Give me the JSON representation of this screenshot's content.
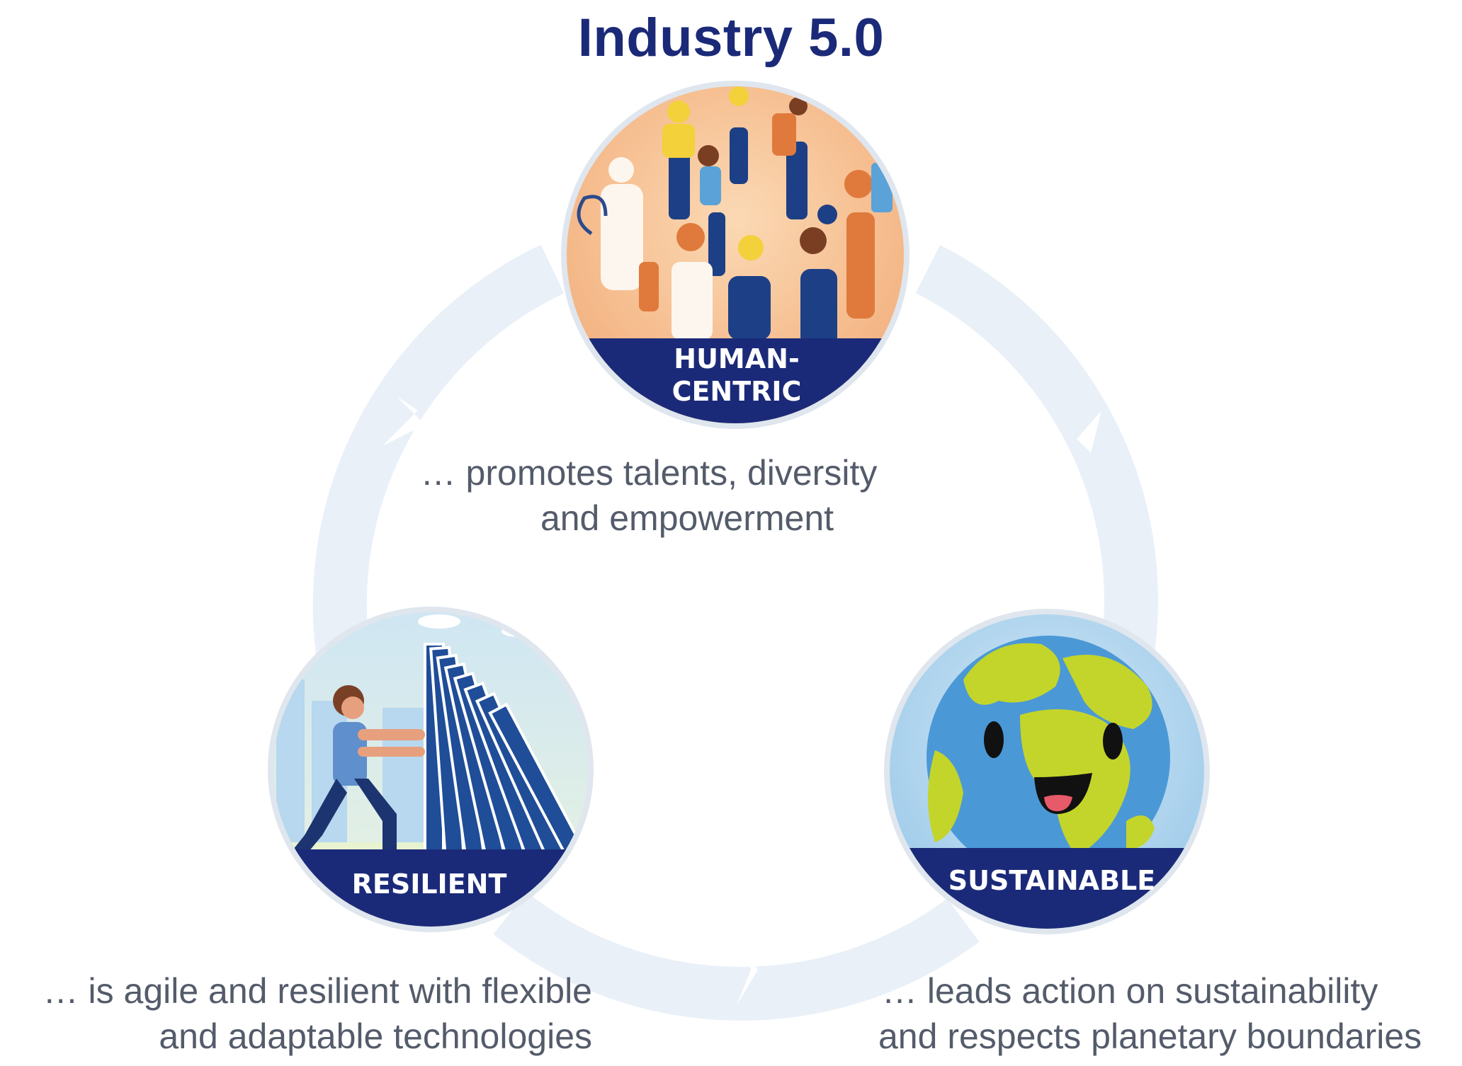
{
  "title": "Industry 5.0",
  "colors": {
    "navy": "#1b2a78",
    "cycle_ring": "#e9f0f8",
    "text_gray": "#545b6a",
    "human_bg": "#f6c49a",
    "resilient_bg": "#cde3f2",
    "sustainable_bg": "#aed3ee",
    "earth_land": "#c3d52a",
    "earth_ocean": "#4b98d6"
  },
  "nodes": {
    "human_centric": {
      "label_line1": "HUMAN-",
      "label_line2": "CENTRIC",
      "icon": "diverse-workers-illustration",
      "desc_line1": "… promotes talents, diversity",
      "desc_line2": "and empowerment"
    },
    "resilient": {
      "label": "RESILIENT",
      "icon": "person-pushing-dominoes-illustration",
      "desc_line1": "… is agile and resilient with flexible",
      "desc_line2": "and adaptable technologies"
    },
    "sustainable": {
      "label": "SUSTAINABLE",
      "icon": "smiling-earth-illustration",
      "desc_line1": "… leads action on sustainability",
      "desc_line2": "and respects planetary boundaries"
    }
  }
}
